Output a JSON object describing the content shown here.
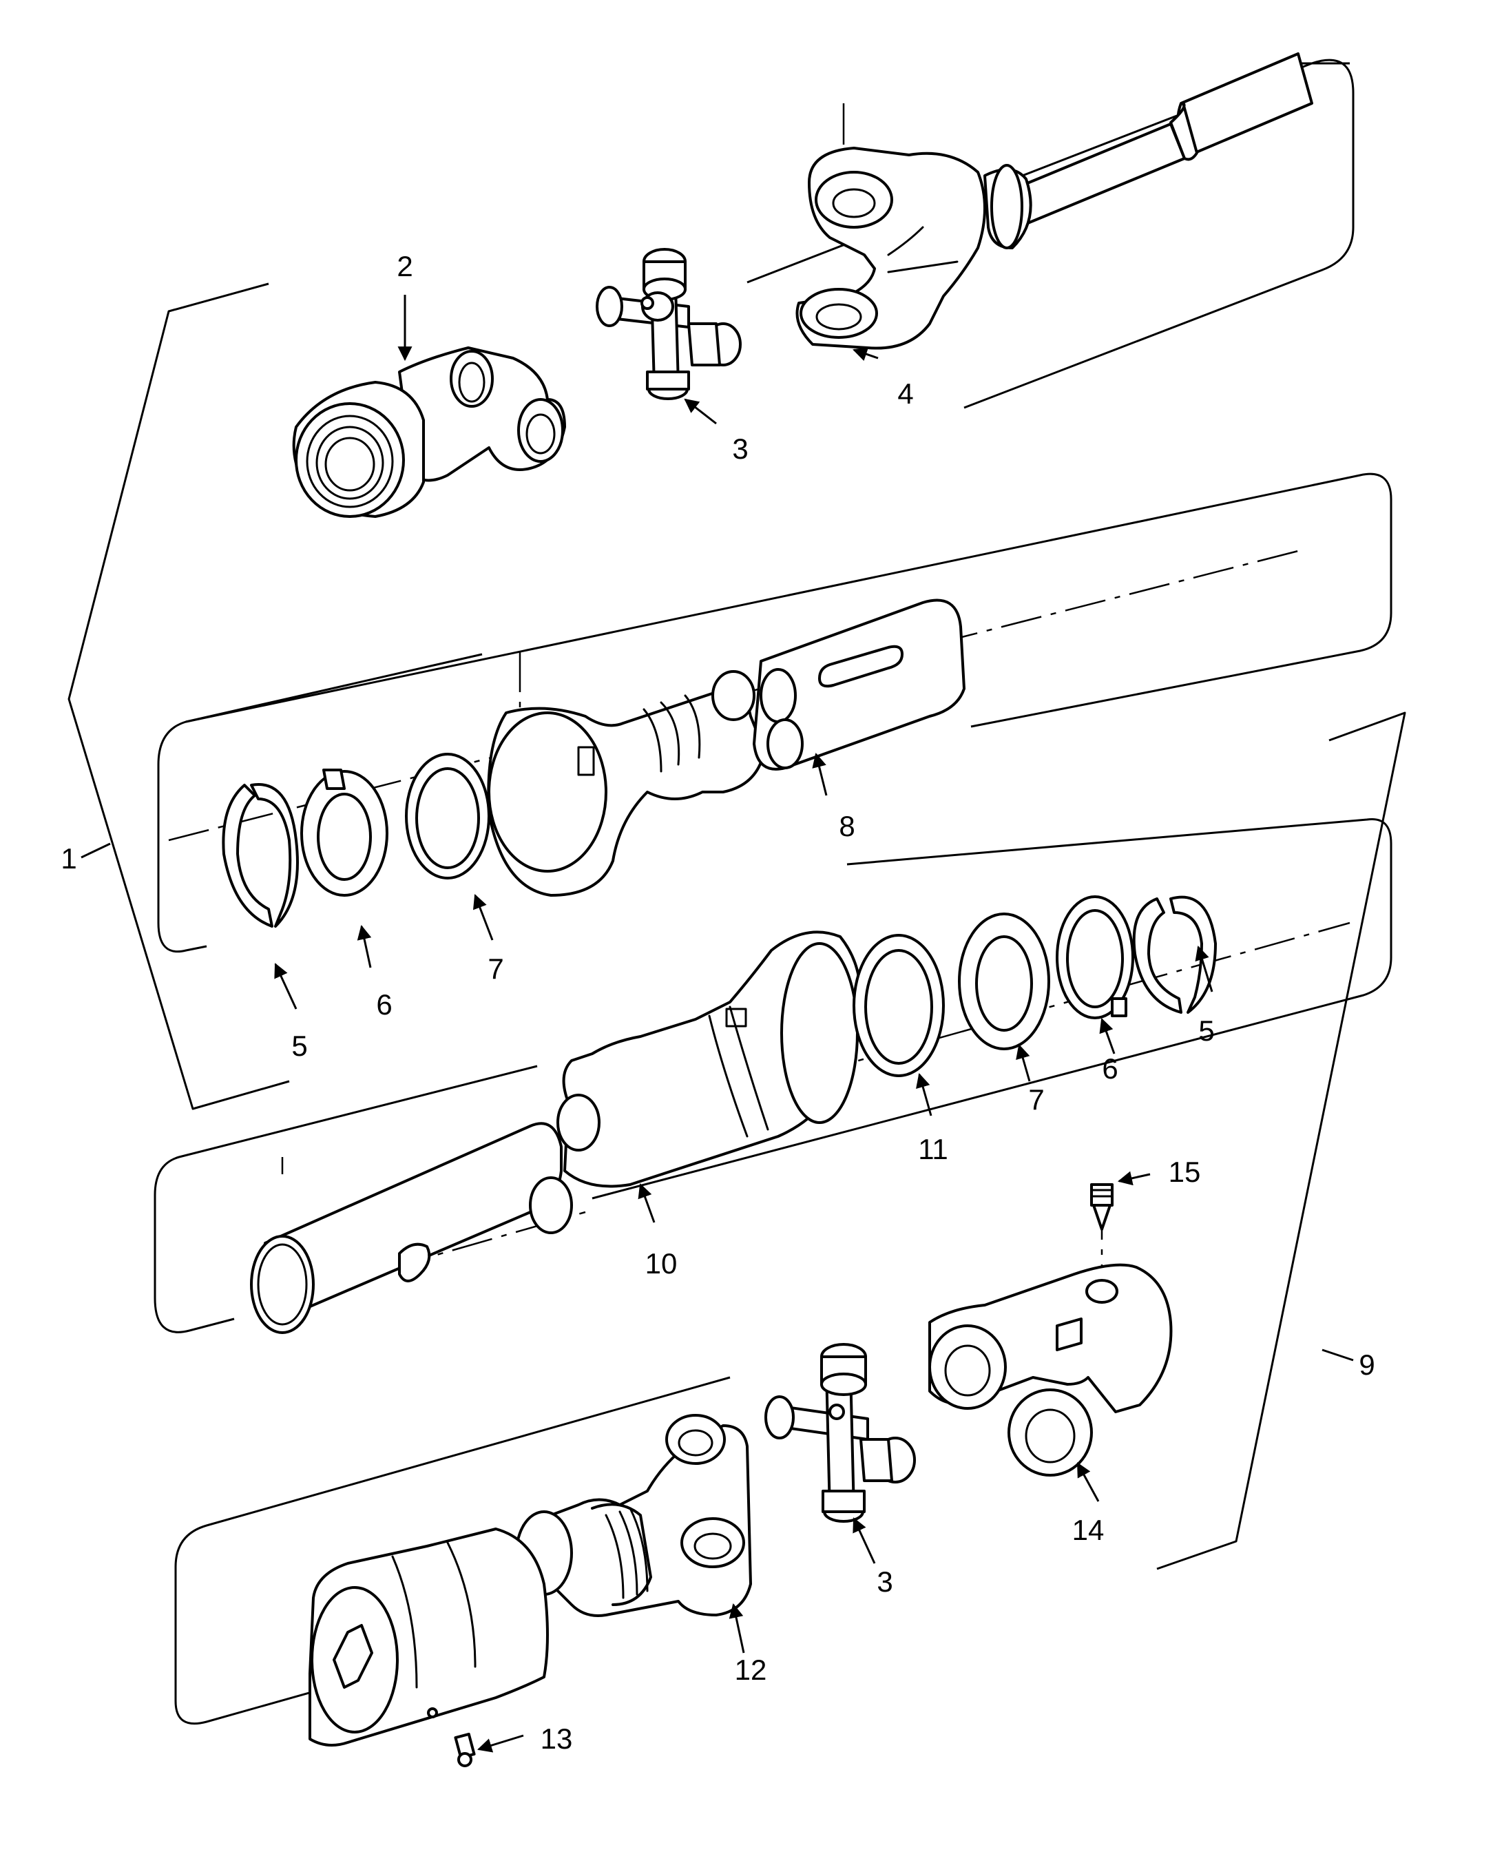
{
  "colors": {
    "line": "#000000",
    "background": "#ffffff"
  },
  "callouts": [
    {
      "id": "c1",
      "text": "1"
    },
    {
      "id": "c2",
      "text": "2"
    },
    {
      "id": "c3a",
      "text": "3"
    },
    {
      "id": "c3b",
      "text": "3"
    },
    {
      "id": "c4",
      "text": "4"
    },
    {
      "id": "c5a",
      "text": "5"
    },
    {
      "id": "c5b",
      "text": "5"
    },
    {
      "id": "c6a",
      "text": "6"
    },
    {
      "id": "c6b",
      "text": "6"
    },
    {
      "id": "c7a",
      "text": "7"
    },
    {
      "id": "c7b",
      "text": "7"
    },
    {
      "id": "c8",
      "text": "8"
    },
    {
      "id": "c9",
      "text": "9"
    },
    {
      "id": "c10",
      "text": "10"
    },
    {
      "id": "c11",
      "text": "11"
    },
    {
      "id": "c12",
      "text": "12"
    },
    {
      "id": "c13",
      "text": "13"
    },
    {
      "id": "c14",
      "text": "14"
    },
    {
      "id": "c15",
      "text": "15"
    }
  ]
}
